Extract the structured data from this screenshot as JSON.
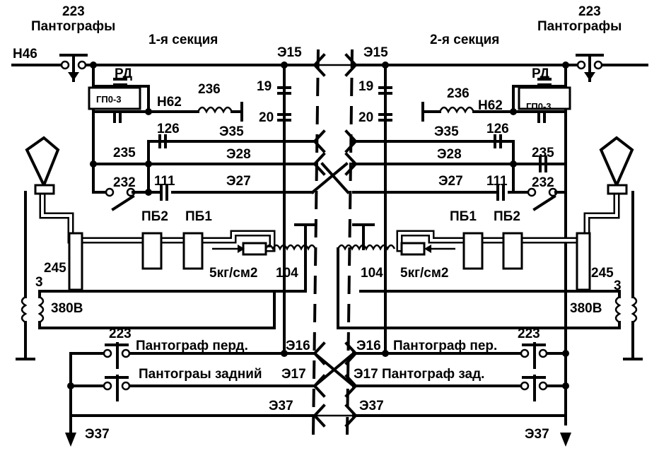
{
  "labels": {
    "num_223_left": "223",
    "num_223_right": "223",
    "pantographs_left": "Пантографы",
    "pantographs_right": "Пантографы",
    "section_1": "1-я секция",
    "section_2": "2-я секция",
    "h46": "Н46",
    "e15_left": "Э15",
    "e15_right": "Э15",
    "rd_left": "РД",
    "rd_right": "РД",
    "gp_left": "ГП0-3",
    "gp_right": "ГП0-3",
    "h62_left": "Н62",
    "h62_right": "Н62",
    "n236_left": "236",
    "n236_right": "236",
    "n19_left": "19",
    "n19_right": "19",
    "n20_left": "20",
    "n20_right": "20",
    "n126_left": "126",
    "n126_right": "126",
    "e35_left": "Э35",
    "e35_right": "Э35",
    "n235_left": "235",
    "n235_right": "235",
    "e28_left": "Э28",
    "e28_right": "Э28",
    "n111_left": "111",
    "n111_right": "111",
    "e27_left": "Э27",
    "e27_right": "Э27",
    "n232_left": "232",
    "n232_right": "232",
    "pb2_left": "ПБ2",
    "pb1_left": "ПБ1",
    "pb1_right": "ПБ1",
    "pb2_right": "ПБ2",
    "n245_left": "245",
    "n245_right": "245",
    "pressure_left": "5кг/см2",
    "pressure_right": "5кг/см2",
    "n104_left": "104",
    "n104_right": "104",
    "n3_left": "3",
    "n3_right": "3",
    "v380_left": "380В",
    "v380_right": "380В",
    "n223_bl": "223",
    "n223_br": "223",
    "panto_front_left": "Пантограф перд.",
    "panto_front_right": "Пантограф пер.",
    "e16_left": "Э16",
    "e16_right": "Э16",
    "panto_rear_left": "Пантограы задний",
    "e17_left": "Э17",
    "e17_right": "Э17",
    "panto_rear_right": "Пантограф зад.",
    "e37_mid_left": "Э37",
    "e37_mid_right": "Э37",
    "e37_bottom_left": "Э37",
    "e37_bottom_right": "Э37"
  }
}
